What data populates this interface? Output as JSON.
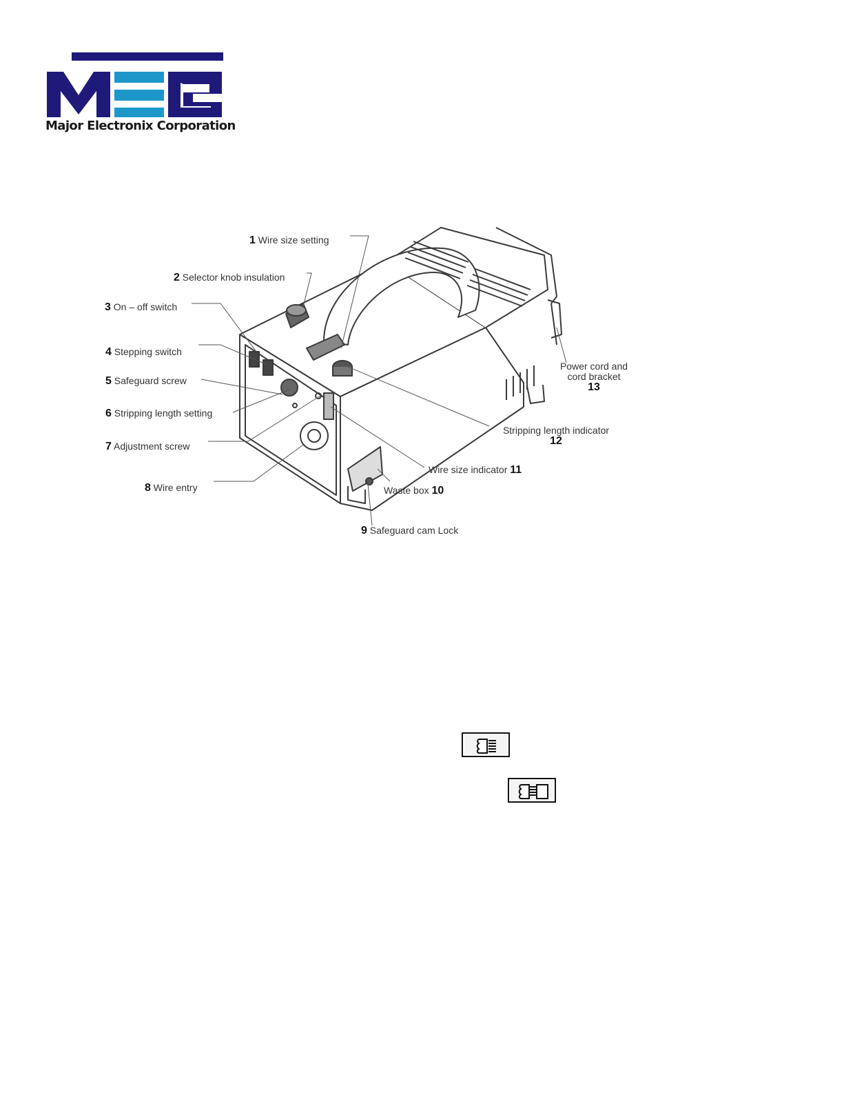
{
  "logo": {
    "letters": "MEC",
    "caption": "Major Electronix Corporation",
    "colors": {
      "navy": "#1f1a7a",
      "cyan": "#1d97c9"
    }
  },
  "diagram": {
    "labels": [
      {
        "num": "1",
        "text": "Wire size setting"
      },
      {
        "num": "2",
        "text": "Selector knob insulation"
      },
      {
        "num": "3",
        "text": "On – off switch"
      },
      {
        "num": "4",
        "text": "Stepping switch"
      },
      {
        "num": "5",
        "text": "Safeguard screw"
      },
      {
        "num": "6",
        "text": "Stripping length setting"
      },
      {
        "num": "7",
        "text": "Adjustment screw"
      },
      {
        "num": "8",
        "text": "Wire entry"
      },
      {
        "num": "9",
        "text": "Safeguard cam Lock"
      },
      {
        "num": "10",
        "text": "Waste box"
      },
      {
        "num": "11",
        "text": "Wire size indicator"
      },
      {
        "num": "12",
        "text": "Stripping length indicator"
      },
      {
        "num": "13",
        "text_line1": "Power cord and",
        "text_line2": "cord bracket"
      }
    ]
  },
  "mode_icons": [
    {
      "name": "partial-strip-icon"
    },
    {
      "name": "full-strip-icon"
    }
  ]
}
